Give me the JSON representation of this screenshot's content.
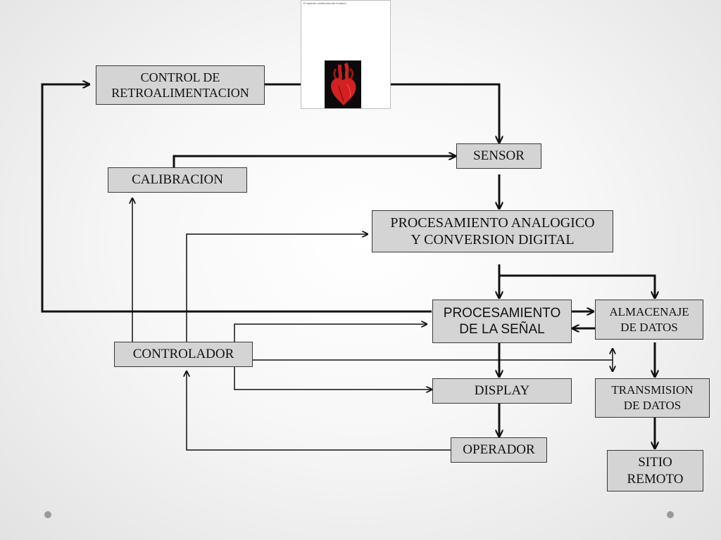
{
  "diagram": {
    "image": {
      "caption": "El aparato cardiovascular humano",
      "heart_icon": "heart-anatomy-icon"
    },
    "nodes": {
      "control_retro": "CONTROL DE\nRETROALIMENTACION",
      "sensor": "SENSOR",
      "calibracion": "CALIBRACION",
      "proc_analogico": "PROCESAMIENTO ANALOGICO\nY CONVERSION DIGITAL",
      "proc_senal": "PROCESAMIENTO\nDE LA SEÑAL",
      "almacenaje": "ALMACENAJE\nDE DATOS",
      "controlador": "CONTROLADOR",
      "display": "DISPLAY",
      "transmision": "TRANSMISION\nDE DATOS",
      "operador": "OPERADOR",
      "sitio_remoto": "SITIO\nREMOTO"
    }
  },
  "colors": {
    "box_fill": "#d4d4d4",
    "line": "#111111",
    "heart": "#d42020"
  }
}
